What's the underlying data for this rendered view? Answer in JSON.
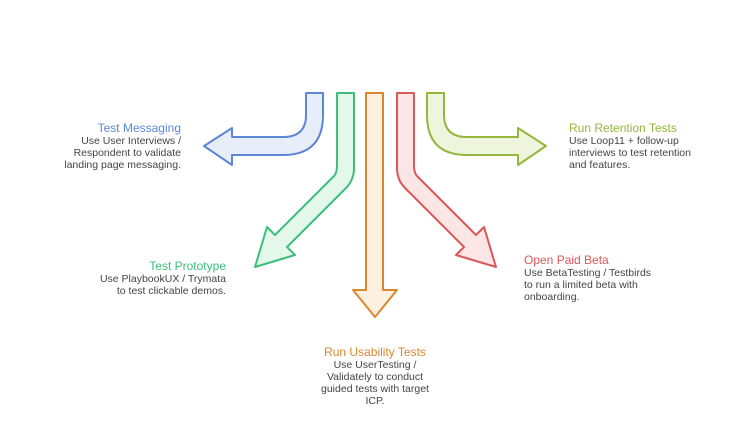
{
  "items": [
    {
      "title": "Test Messaging",
      "body": [
        "Use User Interviews /",
        "Respondent to validate",
        "landing page messaging."
      ],
      "color": "#5b87d6",
      "fill": "#e7eefa"
    },
    {
      "title": "Test Prototype",
      "body": [
        "Use PlaybookUX / Trymata",
        "to test clickable demos."
      ],
      "color": "#3cbf7a",
      "fill": "#e4f7eb"
    },
    {
      "title": "Run Usability Tests",
      "body": [
        "Use UserTesting /",
        "Validately to conduct",
        "guided tests with target",
        "ICP."
      ],
      "color": "#d9882f",
      "fill": "#fdf0e1"
    },
    {
      "title": "Open Paid Beta",
      "body": [
        "Use BetaTesting / Testbirds",
        "to run a limited beta with",
        "onboarding."
      ],
      "color": "#d9585a",
      "fill": "#fbe5e5"
    },
    {
      "title": "Run Retention Tests",
      "body": [
        "Use Loop11 + follow-up",
        "interviews to test retention",
        "and features."
      ],
      "color": "#93b83c",
      "fill": "#eef5dc"
    }
  ]
}
